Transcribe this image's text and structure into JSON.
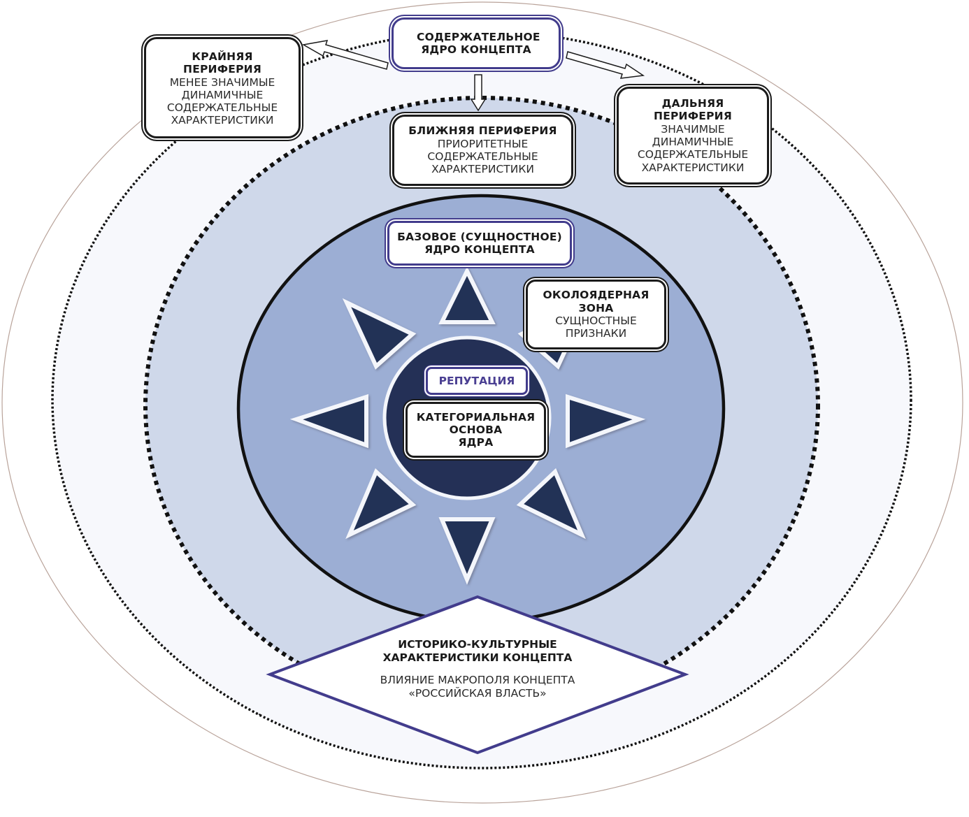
{
  "colors": {
    "outer_ring_fill": "#ffffff",
    "outer_ring_stroke": "#b9a39a",
    "far_zone_fill": "#f7f8fc",
    "near_zone_fill": "#cfd8ea",
    "core_zone_fill": "#9caed4",
    "center_fill": "#243056",
    "triangle_fill": "#243056",
    "accent_purple": "#423c8c"
  },
  "boxes": {
    "content_core": {
      "title": "СОДЕРЖАТЕЛЬНОЕ ЯДРО КОНЦЕПТА"
    },
    "extreme_periphery": {
      "title": "КРАЙНЯЯ ПЕРИФЕРИЯ",
      "lines": [
        "МЕНЕЕ ЗНАЧИМЫЕ",
        "ДИНАМИЧНЫЕ",
        "СОДЕРЖАТЕЛЬНЫЕ",
        "ХАРАКТЕРИСТИКИ"
      ]
    },
    "far_periphery": {
      "title": "ДАЛЬНЯЯ ПЕРИФЕРИЯ",
      "lines": [
        "ЗНАЧИМЫЕ",
        "ДИНАМИЧНЫЕ",
        "СОДЕРЖАТЕЛЬНЫЕ",
        "ХАРАКТЕРИСТИКИ"
      ]
    },
    "near_periphery": {
      "title": "БЛИЖНЯЯ ПЕРИФЕРИЯ",
      "lines": [
        "ПРИОРИТЕТНЫЕ",
        "СОДЕРЖАТЕЛЬНЫЕ",
        "ХАРАКТЕРИСТИКИ"
      ]
    },
    "base_core": {
      "title_line1": "БАЗОВОЕ (СУЩНОСТНОЕ)",
      "title_line2": "ЯДРО КОНЦЕПТА"
    },
    "near_core_zone": {
      "title_line1": "ОКОЛОЯДЕРНАЯ",
      "title_line2": "ЗОНА",
      "lines": [
        "СУЩНОСТНЫЕ",
        "ПРИЗНАКИ"
      ]
    },
    "reputation": {
      "title": "РЕПУТАЦИЯ"
    },
    "categorical_basis": {
      "title_line1": "КАТЕГОРИАЛЬНАЯ",
      "title_line2": "ОСНОВА",
      "title_line3": "ЯДРА"
    }
  },
  "diamond": {
    "title_line1": "ИСТОРИКО-КУЛЬТУРНЫЕ",
    "title_line2": "ХАРАКТЕРИСТИКИ КОНЦЕПТА",
    "sub_line1": "ВЛИЯНИЕ МАКРОПОЛЯ КОНЦЕПТА",
    "sub_line2": "«РОССИЙСКАЯ ВЛАСТЬ»"
  },
  "arrows": [
    {
      "from": "content_core",
      "to": "extreme_periphery"
    },
    {
      "from": "content_core",
      "to": "far_periphery"
    },
    {
      "from": "content_core",
      "to": "near_periphery"
    }
  ]
}
